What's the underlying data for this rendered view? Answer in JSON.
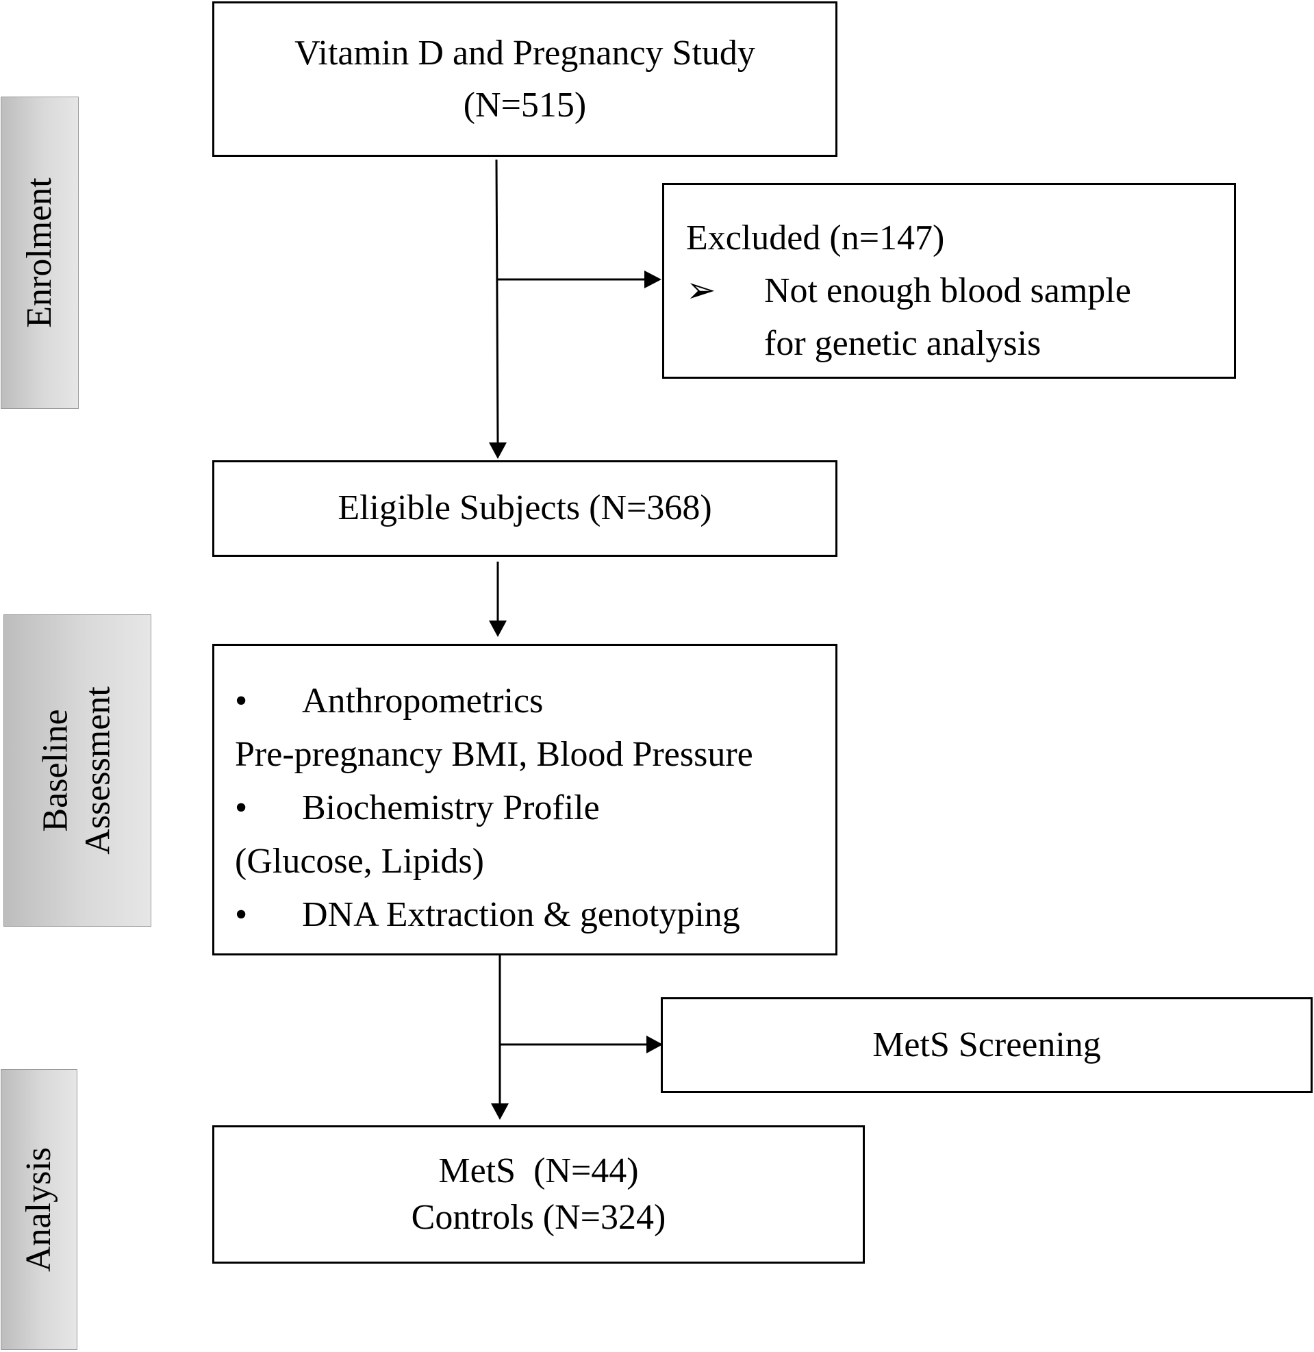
{
  "phases": {
    "enrolment": "Enrolment",
    "baseline_line1": "Baseline",
    "baseline_line2": "Assessment",
    "analysis": "Analysis"
  },
  "boxes": {
    "study": {
      "line1": "Vitamin D and Pregnancy Study",
      "line2": "(N=515)"
    },
    "excluded": {
      "title": "Excluded (n=147)",
      "bullet_glyph": "➢",
      "reason_line1": "Not enough blood sample",
      "reason_line2": "for genetic analysis"
    },
    "eligible": {
      "label": "Eligible Subjects (N=368)"
    },
    "baseline": {
      "bullet_glyph": "•",
      "item1": "Anthropometrics",
      "item1_detail": "Pre-pregnancy BMI, Blood Pressure",
      "item2": "Biochemistry Profile",
      "item2_detail": "(Glucose, Lipids)",
      "item3": "DNA Extraction & genotyping"
    },
    "screening": {
      "label": "MetS Screening"
    },
    "analysis": {
      "line1": "MetS  (N=44)",
      "line2": "Controls (N=324)"
    }
  },
  "colors": {
    "line": "#000000",
    "box_border": "#000000",
    "phase_fill": "#d0d0d0"
  }
}
